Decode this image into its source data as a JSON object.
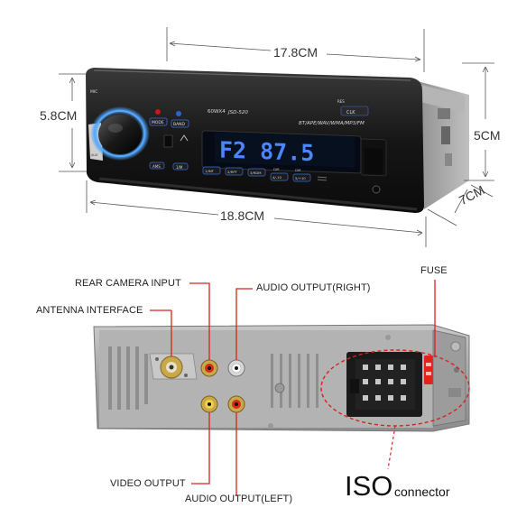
{
  "dimensions": {
    "width_top": "17.8CM",
    "width_bottom": "18.8CM",
    "height_left": "5.8CM",
    "height_right": "5CM",
    "depth": "7CM"
  },
  "faceplate": {
    "power_label": "60WX4",
    "model": "JSD-520",
    "display_text": "F2  87.5",
    "formats": "BT/APE/WAV/WMA/MP3/FM",
    "mode_label": "MODE",
    "band_label": "BAND",
    "clk_label": "CLK",
    "res_label": "RES",
    "mic_label": "MIC",
    "aux_label": "AUX",
    "button_labels": [
      "1/INT",
      "2/RPT",
      "3/RDM",
      "4/-10",
      "5/+10"
    ],
    "dir_label": "DIR",
    "side_labels": [
      "AMS",
      "1/M"
    ]
  },
  "callouts": {
    "rear_camera_input": "REAR CAMERA INPUT",
    "antenna_interface": "ANTENNA INTERFACE",
    "audio_output_right": "AUDIO OUTPUT(RIGHT)",
    "fuse": "FUSE",
    "video_output": "VIDEO OUTPUT",
    "audio_output_left": "AUDIO OUTPUT(LEFT)",
    "iso_big": "ISO",
    "iso_small": "connector"
  },
  "colors": {
    "accent_red": "#d8221c",
    "display_blue": "#3a7bff",
    "body_black": "#151515",
    "panel_grey": "#a9a9a9"
  }
}
